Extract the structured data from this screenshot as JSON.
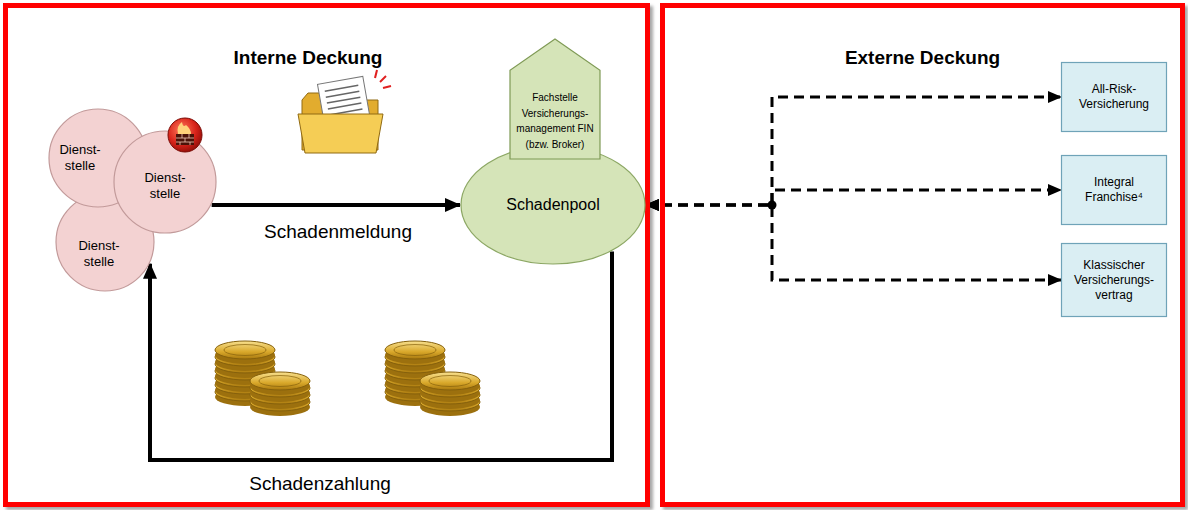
{
  "diagram": {
    "nodes": [
      {
        "text": [
          "Interne Deckung"
        ]
      },
      {
        "text": [
          "Dienst- stelle"
        ],
        "in": 0
      },
      {
        "text": [
          "Dienst- stelle"
        ],
        "in": 0
      },
      {
        "text": [
          "Dienst- stelle"
        ],
        "in": 0
      },
      {
        "text": [
          "Fachstelle Versicherungs- management FIN (bzw. Broker)"
        ],
        "in": 0
      },
      {
        "text": [
          "Schadenpool"
        ],
        "in": 0
      },
      {
        "text": [
          "Externe Deckung"
        ]
      },
      {
        "text": [
          "All-Risk- Versicherung"
        ],
        "in": 6
      },
      {
        "text": [
          "Integral Franchise⁴"
        ],
        "in": 6
      },
      {
        "text": [
          "Klassischer Versicherungs- vertrag"
        ],
        "in": 6
      }
    ],
    "edges": [
      {
        "from": 2,
        "to": 5,
        "label": "Schadenmeldung",
        "arrow": "to"
      },
      {
        "from": 5,
        "to": 3,
        "label": "Schadenzahlung",
        "arrow": "to"
      },
      {
        "from": 5,
        "to": 7,
        "arrow": "both"
      },
      {
        "from": 5,
        "to": 8,
        "arrow": "both"
      },
      {
        "from": 5,
        "to": 9,
        "arrow": "both"
      }
    ]
  }
}
